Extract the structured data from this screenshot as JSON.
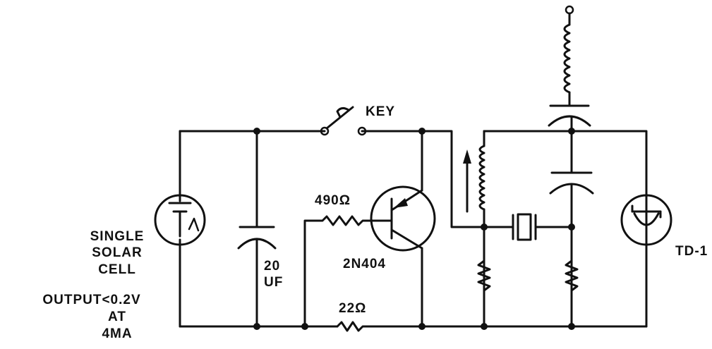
{
  "labels": {
    "key": "KEY",
    "r_base": "490Ω",
    "transistor": "2N404",
    "r_emitter": "22Ω",
    "cap_value_line1": "20",
    "cap_value_line2": "UF",
    "cell_line1": "SINGLE",
    "cell_line2": "SOLAR",
    "cell_line3": "CELL",
    "output_line1": "OUTPUT<0.2V",
    "output_line2": "AT",
    "output_line3": "4MA",
    "diode": "TD-1"
  }
}
